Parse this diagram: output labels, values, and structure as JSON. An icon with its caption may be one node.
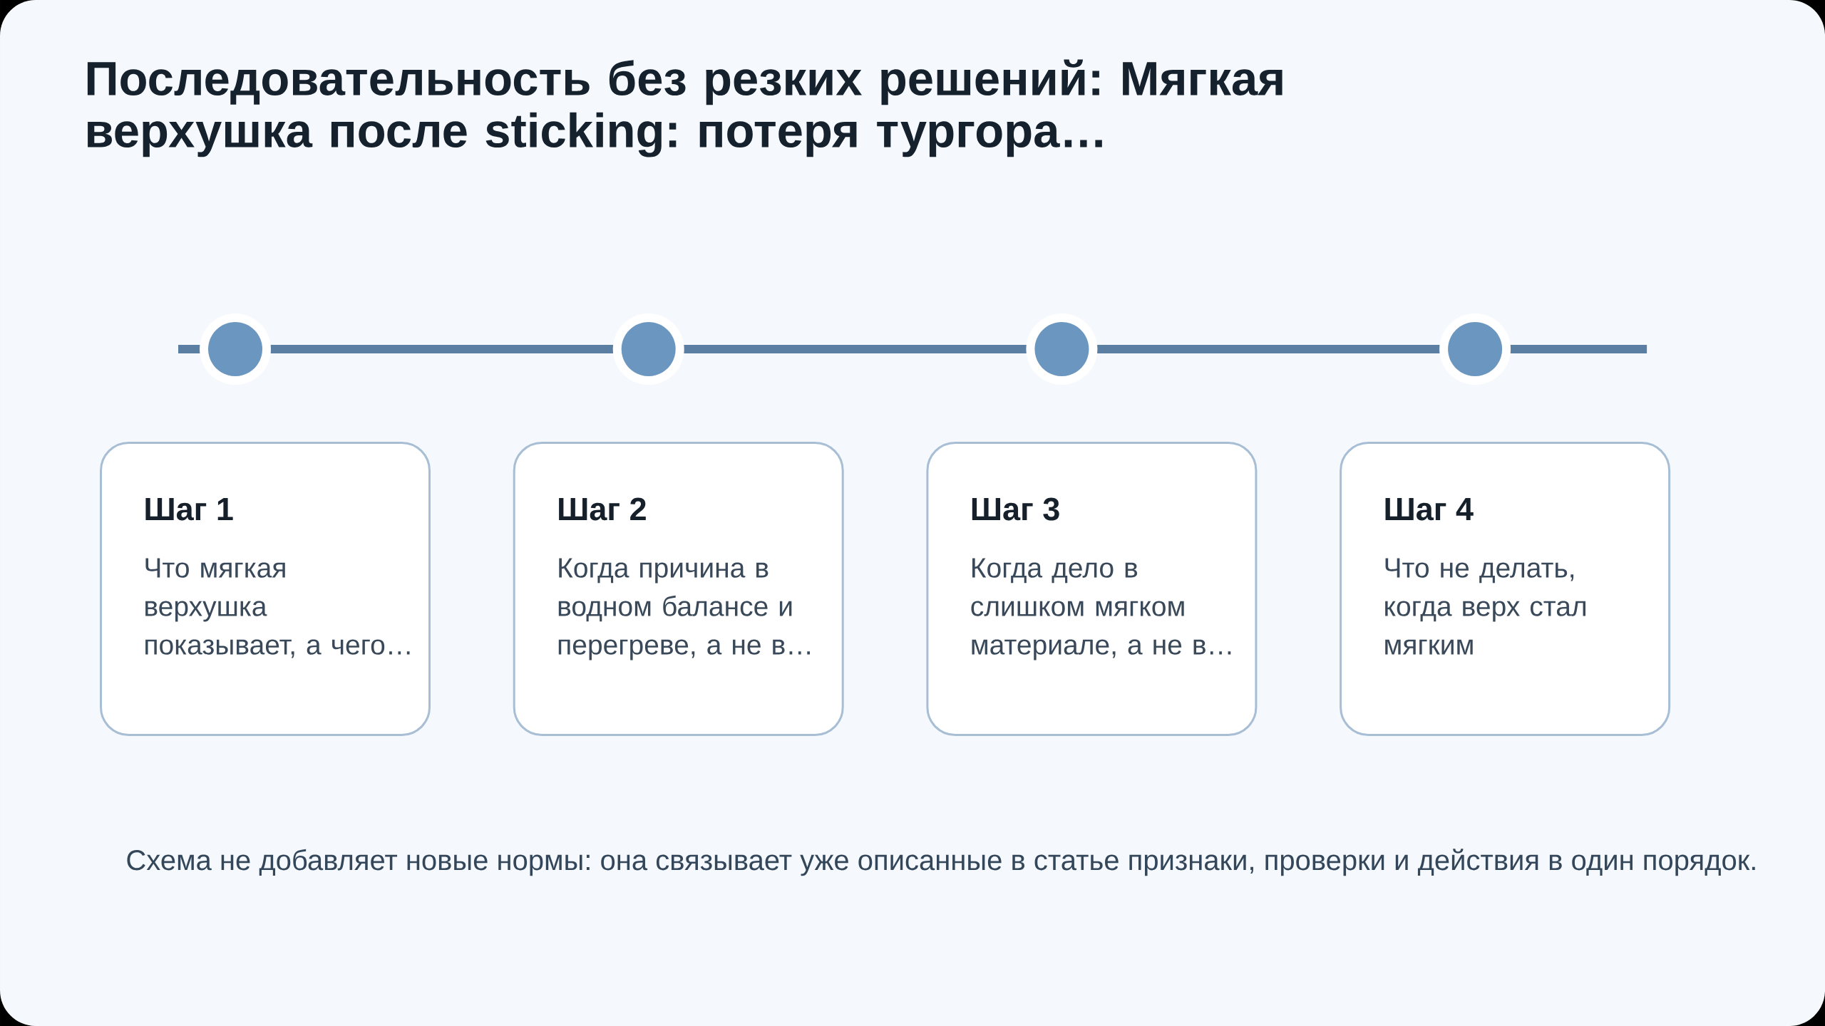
{
  "diagram": {
    "title": "Последовательность без резких решений: Мягкая верхушка после sticking: потеря тургора…",
    "nodes": [
      {
        "text": [
          "Шаг 1",
          "Что мягкая верхушка показывает, а чего…"
        ]
      },
      {
        "text": [
          "Шаг 2",
          "Когда причина в водном балансе и перегреве, а не в…"
        ]
      },
      {
        "text": [
          "Шаг 3",
          "Когда дело в слишком мягком материале, а не в…"
        ]
      },
      {
        "text": [
          "Шаг 4",
          "Что не делать, когда верх стал мягким"
        ]
      }
    ],
    "caption": "Схема не добавляет новые нормы: она связывает уже описанные в статье признаки, проверки и действия в один порядок."
  }
}
